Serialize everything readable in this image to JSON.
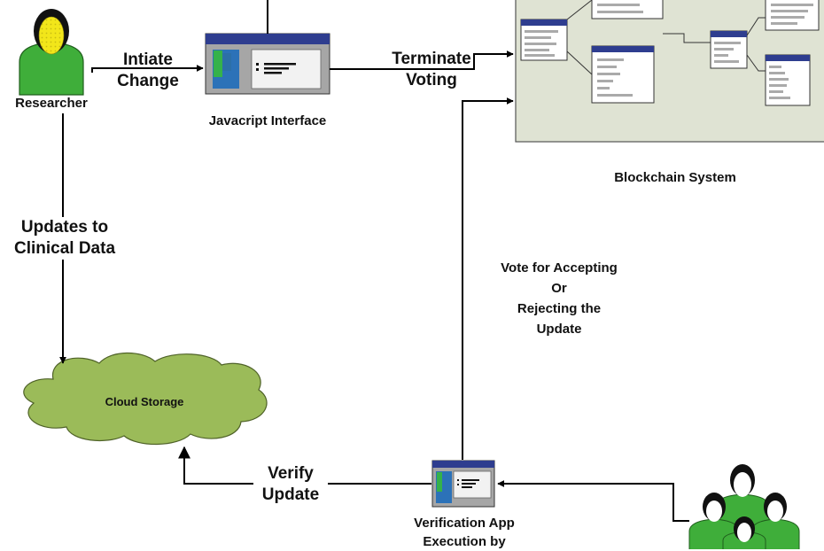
{
  "labels": {
    "researcher": "Researcher",
    "intiate_line1": "Intiate",
    "intiate_line2": "Change",
    "js_interface": "Javacript Interface",
    "terminate_line1": "Terminate",
    "terminate_line2": "Voting",
    "blockchain_system": "Blockchain System",
    "updates_line1": "Updates to",
    "updates_line2": "Clinical Data",
    "vote_line1": "Vote for Accepting",
    "vote_line2": "Or",
    "vote_line3": "Rejecting the",
    "vote_line4": "Update",
    "cloud_storage": "Cloud Storage",
    "verify_line1": "Verify",
    "verify_line2": "Update",
    "verif_app_line1": "Verification App",
    "verif_app_line2": "Execution by"
  },
  "colors": {
    "person_green": "#3fae3a",
    "face_yellow": "#f2e61a",
    "cloud_green": "#9bbb59",
    "panel_bg": "#dfe3d3",
    "window_blue": "#2e3d8f",
    "window_gray": "#a6a6a6"
  },
  "icons": {
    "researcher": "person-icon",
    "validators": "group-of-people-icon",
    "interface": "app-window-icon",
    "blockchain": "database-tables-icon",
    "storage": "cloud-icon"
  }
}
